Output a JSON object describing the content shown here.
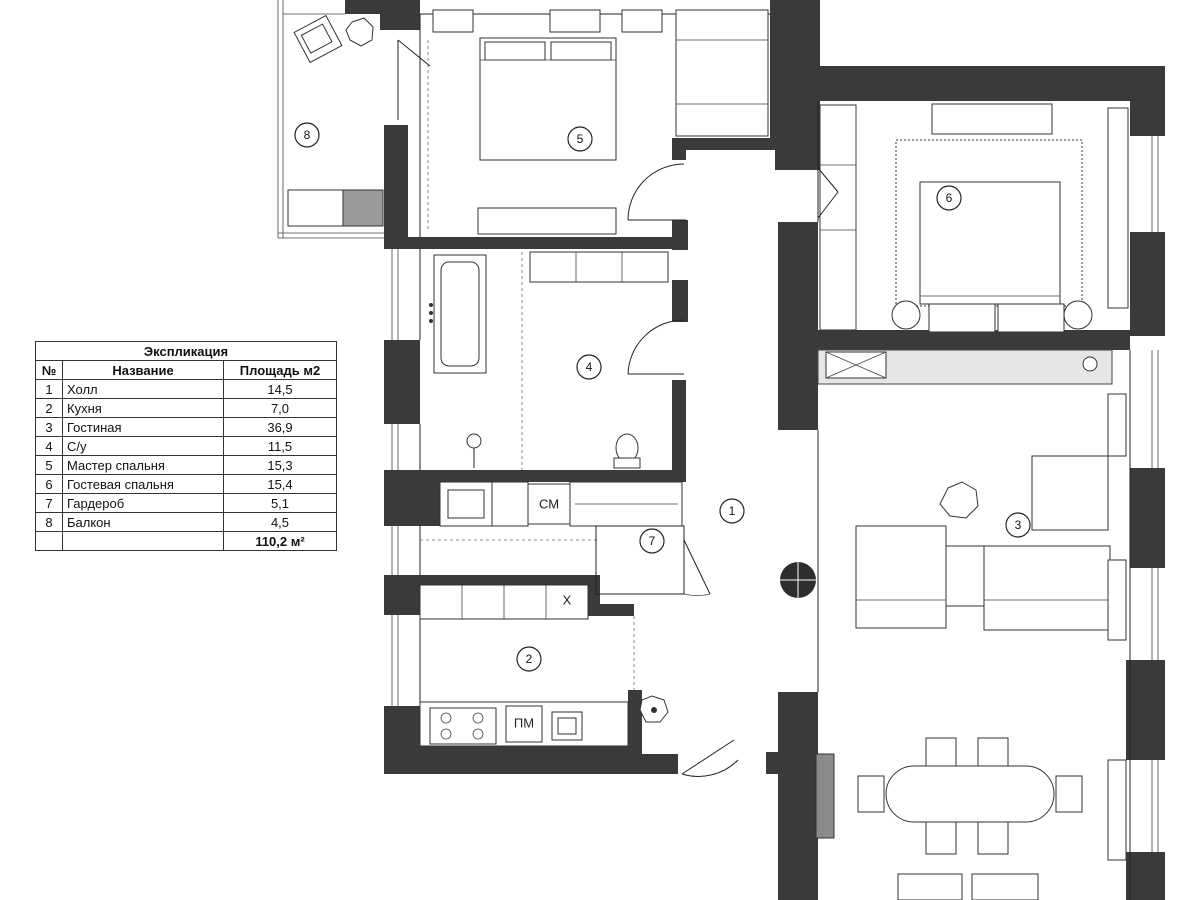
{
  "explication": {
    "title": "Экспликация",
    "headers": {
      "num": "№",
      "name": "Название",
      "area": "Площадь м2"
    },
    "rows": [
      {
        "num": "1",
        "name": "Холл",
        "area": "14,5"
      },
      {
        "num": "2",
        "name": "Кухня",
        "area": "7,0"
      },
      {
        "num": "3",
        "name": "Гостиная",
        "area": "36,9"
      },
      {
        "num": "4",
        "name": "С/у",
        "area": "11,5"
      },
      {
        "num": "5",
        "name": "Мастер спальня",
        "area": "15,3"
      },
      {
        "num": "6",
        "name": "Гостевая спальня",
        "area": "15,4"
      },
      {
        "num": "7",
        "name": "Гардероб",
        "area": "5,1"
      },
      {
        "num": "8",
        "name": "Балкон",
        "area": "4,5"
      }
    ],
    "total": "110,2 м²"
  },
  "room_markers": [
    "1",
    "2",
    "3",
    "4",
    "5",
    "6",
    "7",
    "8"
  ],
  "appliance_labels": {
    "washer": "СМ",
    "dishwasher": "ПМ",
    "fridge": "Х"
  },
  "colors": {
    "wall": "#3a3a3c",
    "line": "#222222",
    "accent_gray": "#9a9a9a"
  }
}
